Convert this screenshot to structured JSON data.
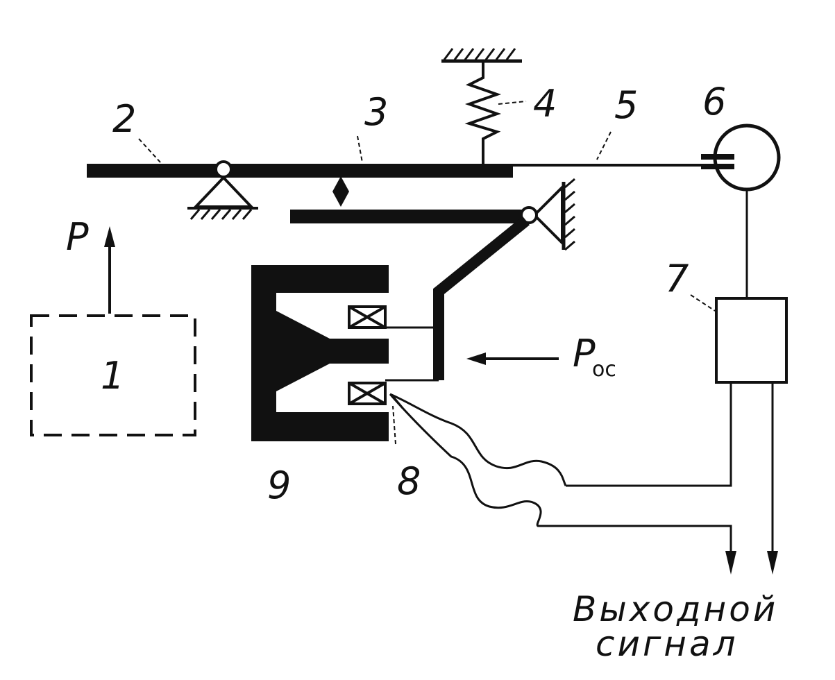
{
  "labels": {
    "block_1": "1",
    "lever_left": "2",
    "lever_main": "3",
    "spring": "4",
    "rod": "5",
    "sensor": "6",
    "converter": "7",
    "coil": "8",
    "magnet": "9"
  },
  "forces": {
    "input_force": "P",
    "feedback_force": "P",
    "feedback_subscript": "ос"
  },
  "output": {
    "line1": "Выходной",
    "line2": "сигнал"
  }
}
